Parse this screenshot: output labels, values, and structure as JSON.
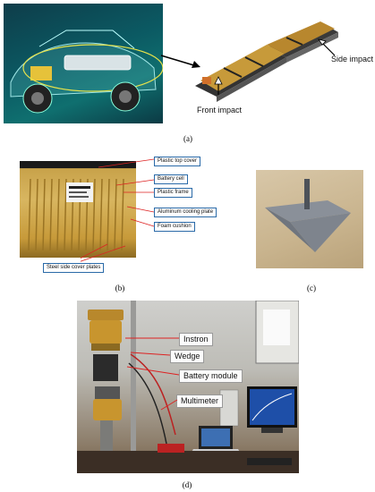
{
  "panel_a": {
    "caption": "(a)",
    "labels": {
      "side_impact": "Side impact",
      "front_impact": "Front impact"
    }
  },
  "panel_b": {
    "caption": "(b)",
    "callouts": [
      "Plastic top cover",
      "Battery cell",
      "Plastic frame",
      "Aluminum cooling plate",
      "Foam cushion",
      "Steel side cover plates"
    ]
  },
  "panel_c": {
    "caption": "(c)"
  },
  "panel_d": {
    "caption": "(d)",
    "labels": [
      "Instron",
      "Wedge",
      "Battery module",
      "Multimeter"
    ]
  }
}
